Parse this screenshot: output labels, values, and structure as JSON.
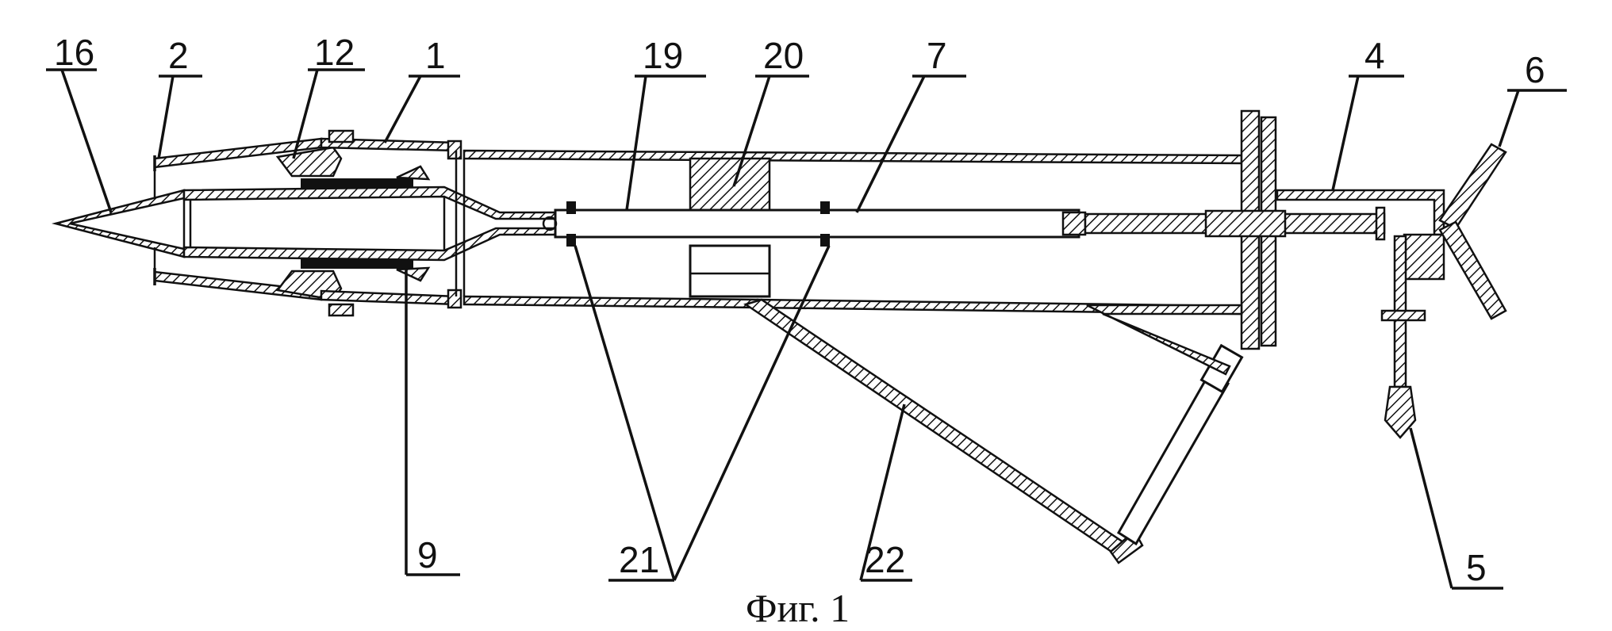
{
  "figure": {
    "caption": "Фиг. 1",
    "labels": {
      "l16": "16",
      "l2": "2",
      "l12": "12",
      "l1": "1",
      "l19": "19",
      "l20": "20",
      "l7": "7",
      "l4": "4",
      "l6": "6",
      "l9": "9",
      "l21": "21",
      "l22": "22",
      "l5": "5"
    }
  },
  "colors": {
    "ink": "#111111",
    "background": "#ffffff"
  }
}
